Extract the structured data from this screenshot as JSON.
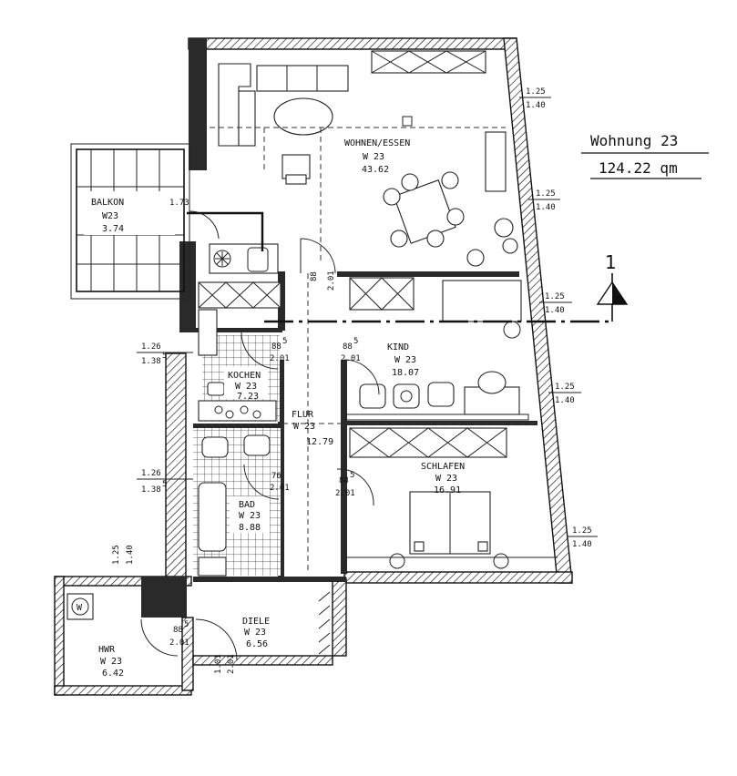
{
  "header": {
    "apartment": "Wohnung 23",
    "area": "124.22 qm"
  },
  "section_marker": "1",
  "rooms": {
    "wohnen": {
      "name": "WOHNEN/ESSEN",
      "unit": "W 23",
      "area": "43.62"
    },
    "balkon": {
      "name": "BALKON",
      "unit": "W23",
      "area": "3.74",
      "dim": "1.73"
    },
    "kochen": {
      "name": "KOCHEN",
      "unit": "W 23",
      "area": "7.23"
    },
    "kind": {
      "name": "KIND",
      "unit": "W 23",
      "area": "18.07"
    },
    "flur": {
      "name": "FLUR",
      "unit": "W 23",
      "area": "12.79"
    },
    "schlafen": {
      "name": "SCHLAFEN",
      "unit": "W 23",
      "area": "16.91"
    },
    "bad": {
      "name": "BAD",
      "unit": "W 23",
      "area": "8.88"
    },
    "diele": {
      "name": "DIELE",
      "unit": "W 23",
      "area": "6.56"
    },
    "hwr": {
      "name": "HWR",
      "unit": "W 23",
      "area": "6.42"
    }
  },
  "dimensions": {
    "win_1_top": "1.25",
    "win_1_bot": "1.40",
    "win_2_top": "1.25",
    "win_2_bot": "1.40",
    "win_3_top": "1.25",
    "win_3_bot": "1.40",
    "win_4_top": "1.25",
    "win_4_bot": "1.40",
    "win_5_top": "1.25",
    "win_5_bot": "1.40",
    "kitchen_win_top": "1.26",
    "kitchen_win_bot": "1.38",
    "bath_win_top": "1.26",
    "bath_win_bot": "1.38",
    "hwr_win_top": "1.25",
    "hwr_win_bot": "1.40",
    "door_wohnen_w": "88",
    "door_wohnen_h": "2.01",
    "door_kochen_w": "88",
    "door_kochen_h": "2.01",
    "door_kind_w": "88",
    "door_kind_h": "2.01",
    "door_bad_w": "76",
    "door_bad_h": "2.01",
    "door_schlafen_w": "88",
    "door_schlafen_h": "2.01",
    "door_hwr_w": "88",
    "door_hwr_h": "2.01",
    "door_entry_w": "1.01",
    "door_entry_h": "2.01",
    "superscript": "5"
  },
  "washer_symbol": "W"
}
